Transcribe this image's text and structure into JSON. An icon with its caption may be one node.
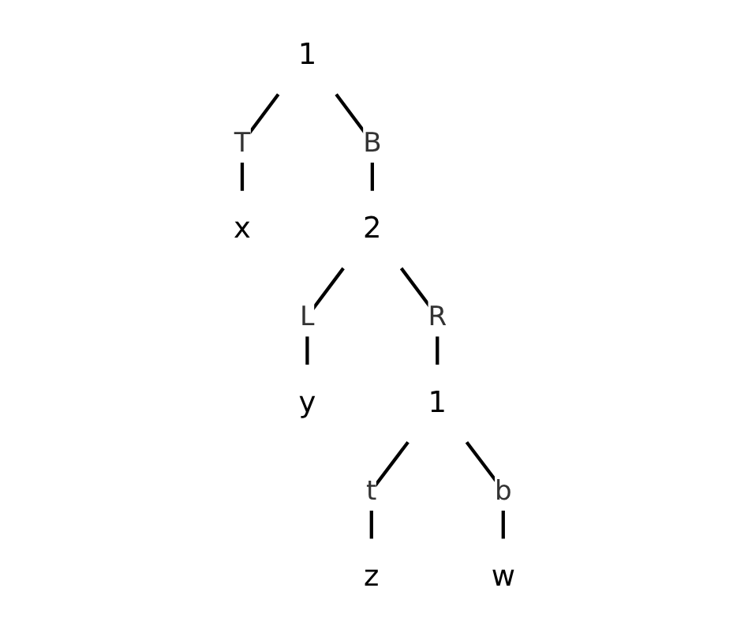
{
  "diagram": {
    "nodes": [
      {
        "text": [
          "1"
        ]
      },
      {
        "text": [
          "x"
        ]
      },
      {
        "text": [
          "2"
        ]
      },
      {
        "text": [
          "y"
        ]
      },
      {
        "text": [
          "1"
        ]
      },
      {
        "text": [
          "z"
        ]
      },
      {
        "text": [
          "w"
        ]
      }
    ],
    "edges": [
      {
        "from": 0,
        "to": 1,
        "arrow": "none",
        "label": "T"
      },
      {
        "from": 0,
        "to": 2,
        "arrow": "none",
        "label": "B"
      },
      {
        "from": 2,
        "to": 3,
        "arrow": "none",
        "label": "L"
      },
      {
        "from": 2,
        "to": 4,
        "arrow": "none",
        "label": "R"
      },
      {
        "from": 4,
        "to": 5,
        "arrow": "none",
        "label": "t"
      },
      {
        "from": 4,
        "to": 6,
        "arrow": "none",
        "label": "b"
      }
    ]
  }
}
